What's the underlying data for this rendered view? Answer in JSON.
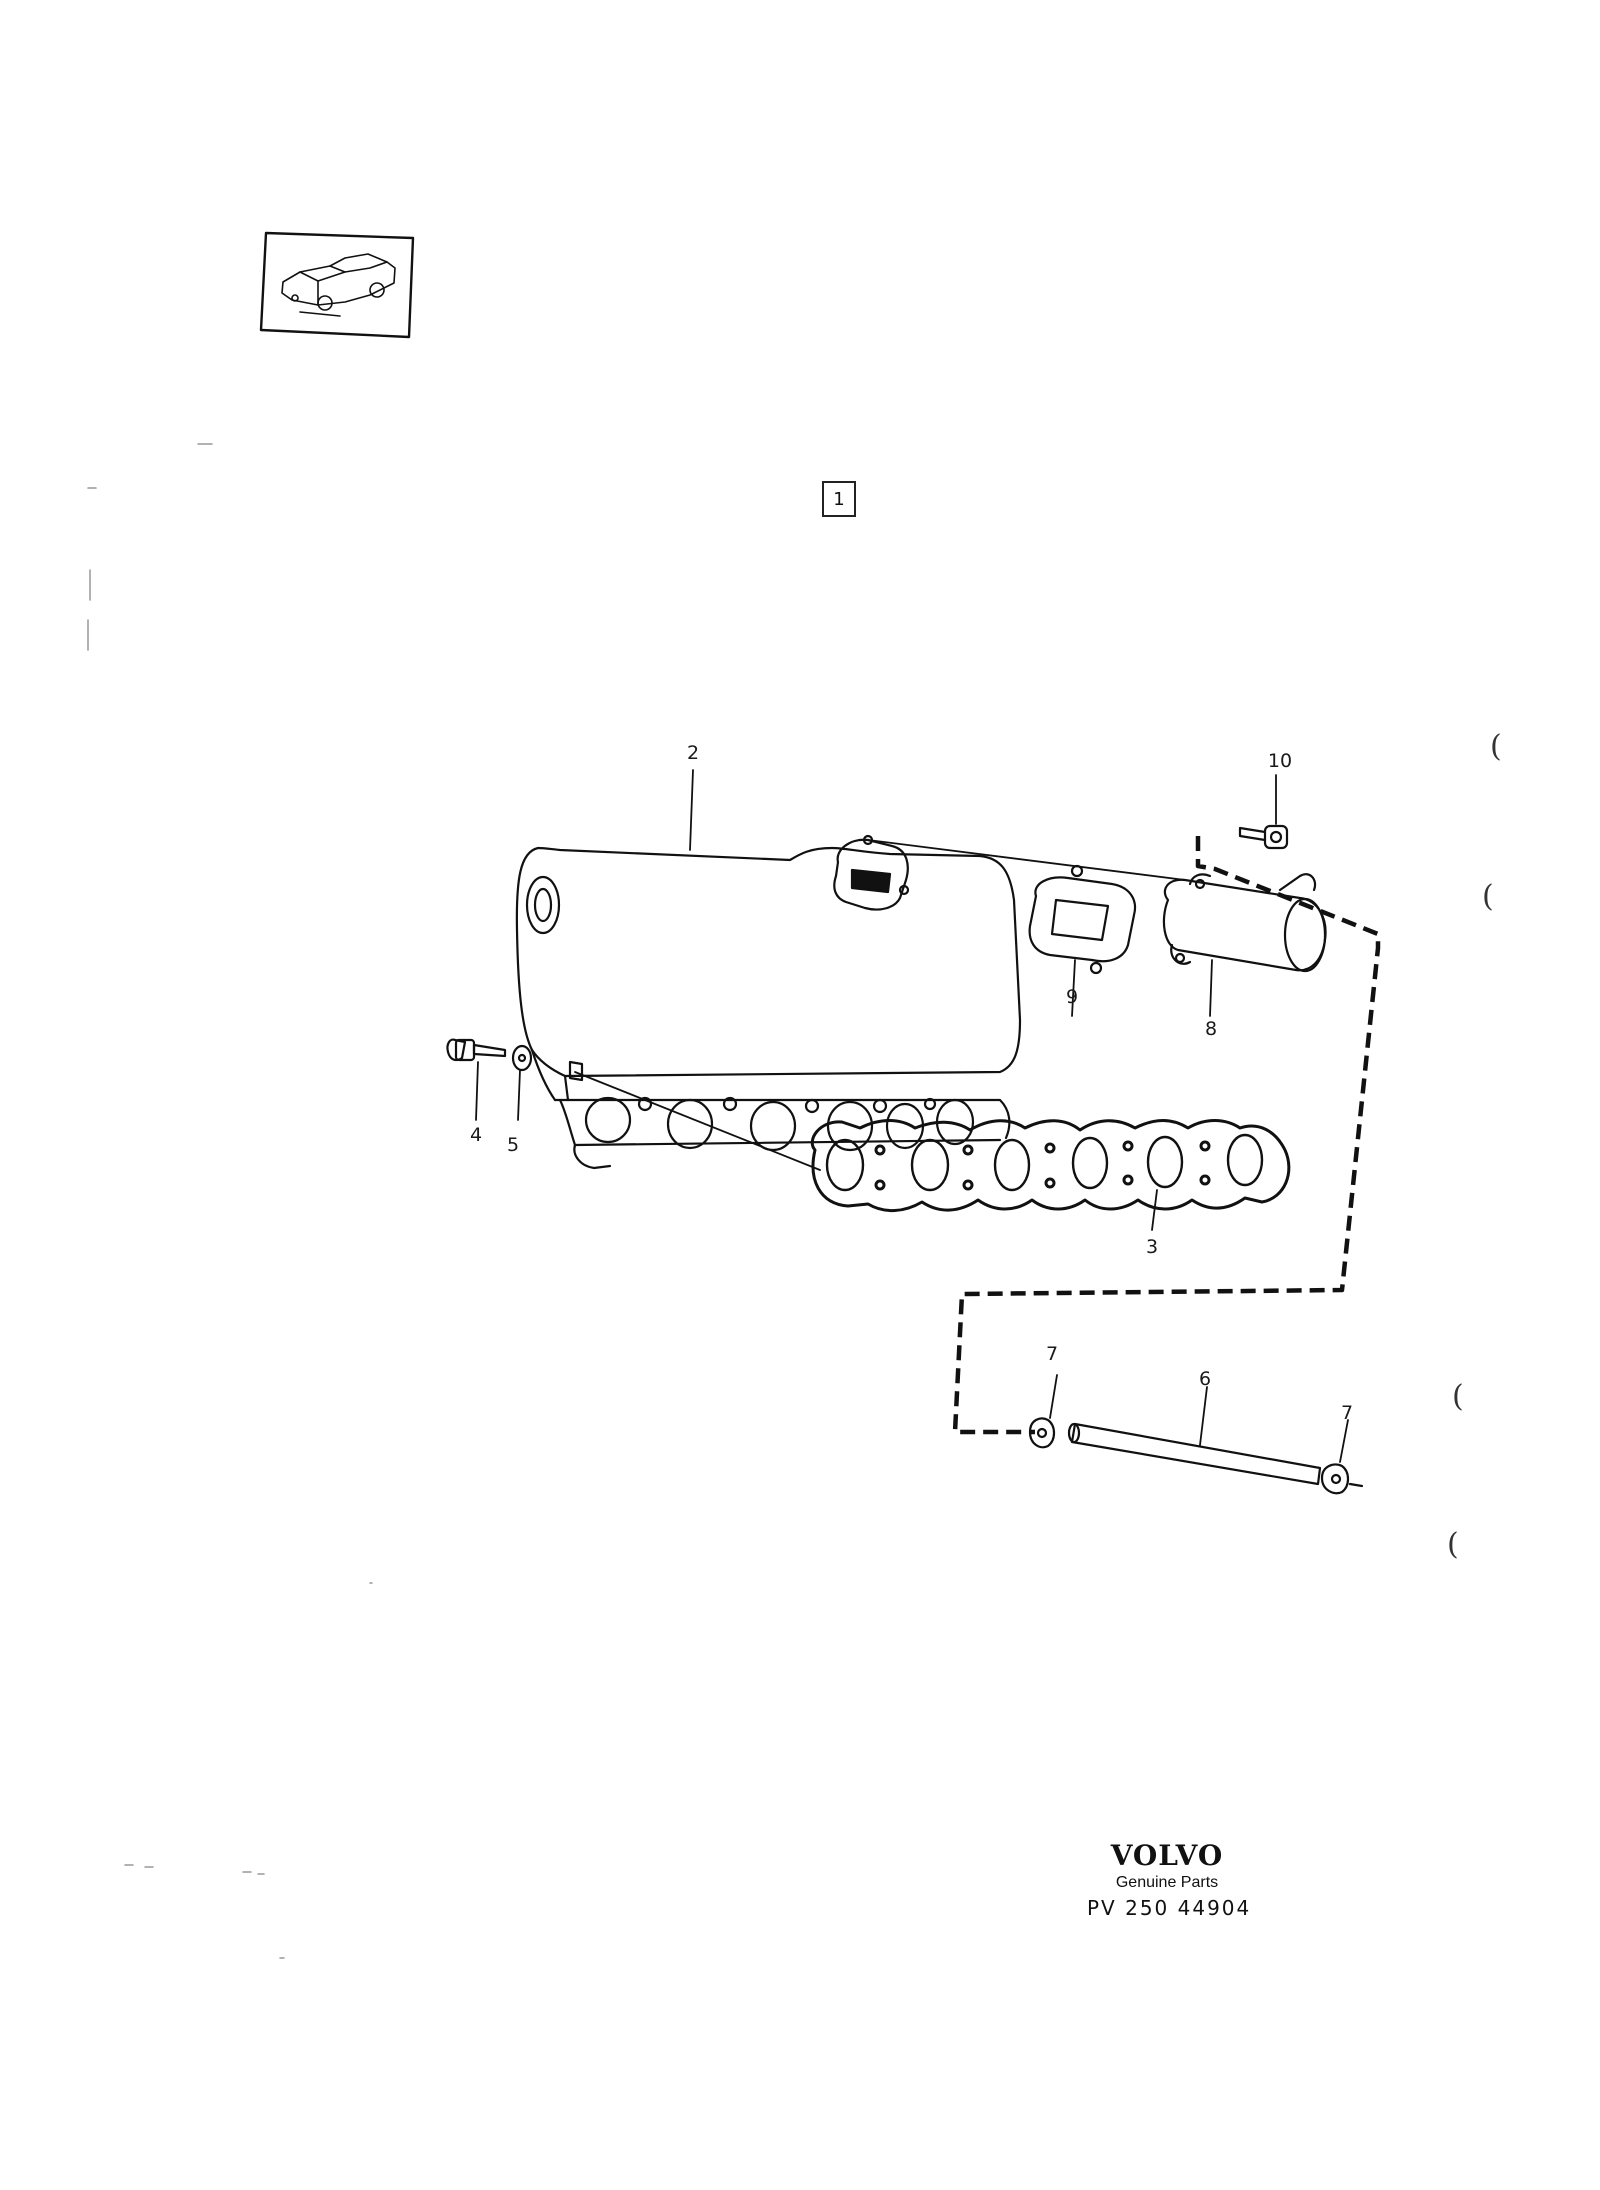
{
  "section": "1",
  "callouts": [
    {
      "id": "2",
      "name": "callout-2"
    },
    {
      "id": "10",
      "name": "callout-10"
    },
    {
      "id": "9",
      "name": "callout-9"
    },
    {
      "id": "8",
      "name": "callout-8"
    },
    {
      "id": "4",
      "name": "callout-4"
    },
    {
      "id": "5",
      "name": "callout-5"
    },
    {
      "id": "3",
      "name": "callout-3"
    },
    {
      "id": "7",
      "name": "callout-7-left"
    },
    {
      "id": "6",
      "name": "callout-6"
    },
    {
      "id": "7",
      "name": "callout-7-right"
    }
  ],
  "margin_marks": [
    "(",
    "(",
    "(",
    "("
  ],
  "brand": {
    "name": "VOLVO",
    "tagline": "Genuine Parts",
    "code": "PV 250  44904"
  },
  "colors": {
    "ink": "#111111",
    "paper": "#ffffff"
  }
}
